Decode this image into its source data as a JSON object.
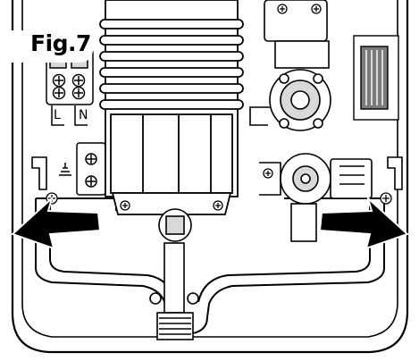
{
  "figure": {
    "label": "Fig.7",
    "terminal_labels": {
      "live": "L",
      "neutral": "N"
    }
  },
  "colors": {
    "line": "#000000",
    "fill": "#ffffff",
    "shade": "#d9d9d9",
    "dark": "#7a7a7a"
  },
  "icons": [
    "arrow-left-icon",
    "arrow-right-icon",
    "screw-icon"
  ]
}
